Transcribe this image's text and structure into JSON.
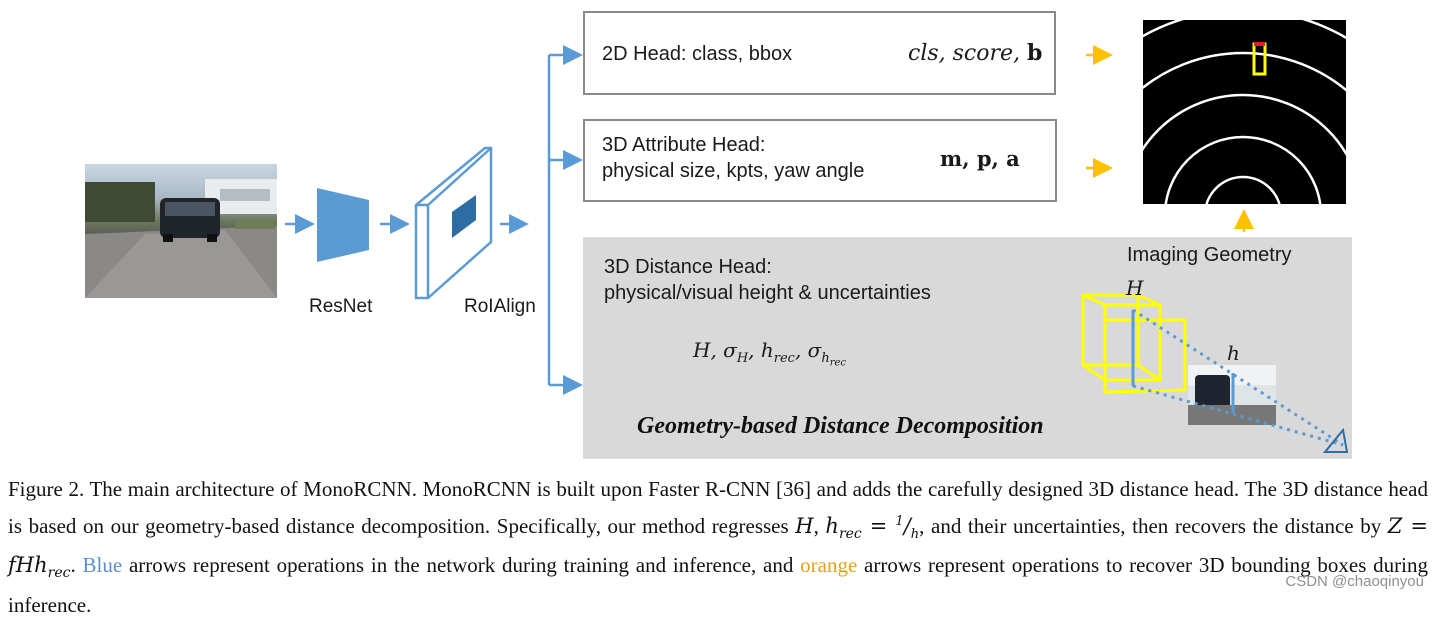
{
  "backbone": {
    "resnet_label": "ResNet",
    "roialign_label": "RoIAlign"
  },
  "head2d": {
    "title": "2D Head: class, bbox",
    "outputs_italic": "cls, score, ",
    "outputs_bold": "b"
  },
  "head3d_attr": {
    "title_line1": "3D Attribute Head:",
    "title_line2": "physical size, kpts, yaw angle",
    "outputs": "m, p, a"
  },
  "head3d_dist": {
    "title_line1": "3D Distance Head:",
    "title_line2": "physical/visual height & uncertainties",
    "panel_title": "Geometry-based Distance Decomposition"
  },
  "imaging": {
    "label": "Imaging Geometry",
    "big_h": "H",
    "small_h": "h"
  },
  "caption": {
    "part1": "Figure 2. The main architecture of MonoRCNN. MonoRCNN is built upon Faster R-CNN [36] and adds the carefully designed 3D distance head.  The 3D distance head is based on our geometry-based distance decomposition.  Specifically, our method regresses ",
    "part2": ", and their uncertainties, then recovers the distance by ",
    "part3": ". ",
    "blue_word": "Blue",
    "part4": " arrows represent operations in the network during training and inference, and ",
    "orange_word": "orange",
    "part5": " arrows represent operations to recover 3D bounding boxes during inference."
  },
  "watermark": "CSDN @chaoqinyou",
  "colors": {
    "blue_arrow": "#5b9bd5",
    "orange_arrow": "#ffc000",
    "yellow_box": "#ffff00",
    "panel_gray": "#d9d9d9"
  }
}
